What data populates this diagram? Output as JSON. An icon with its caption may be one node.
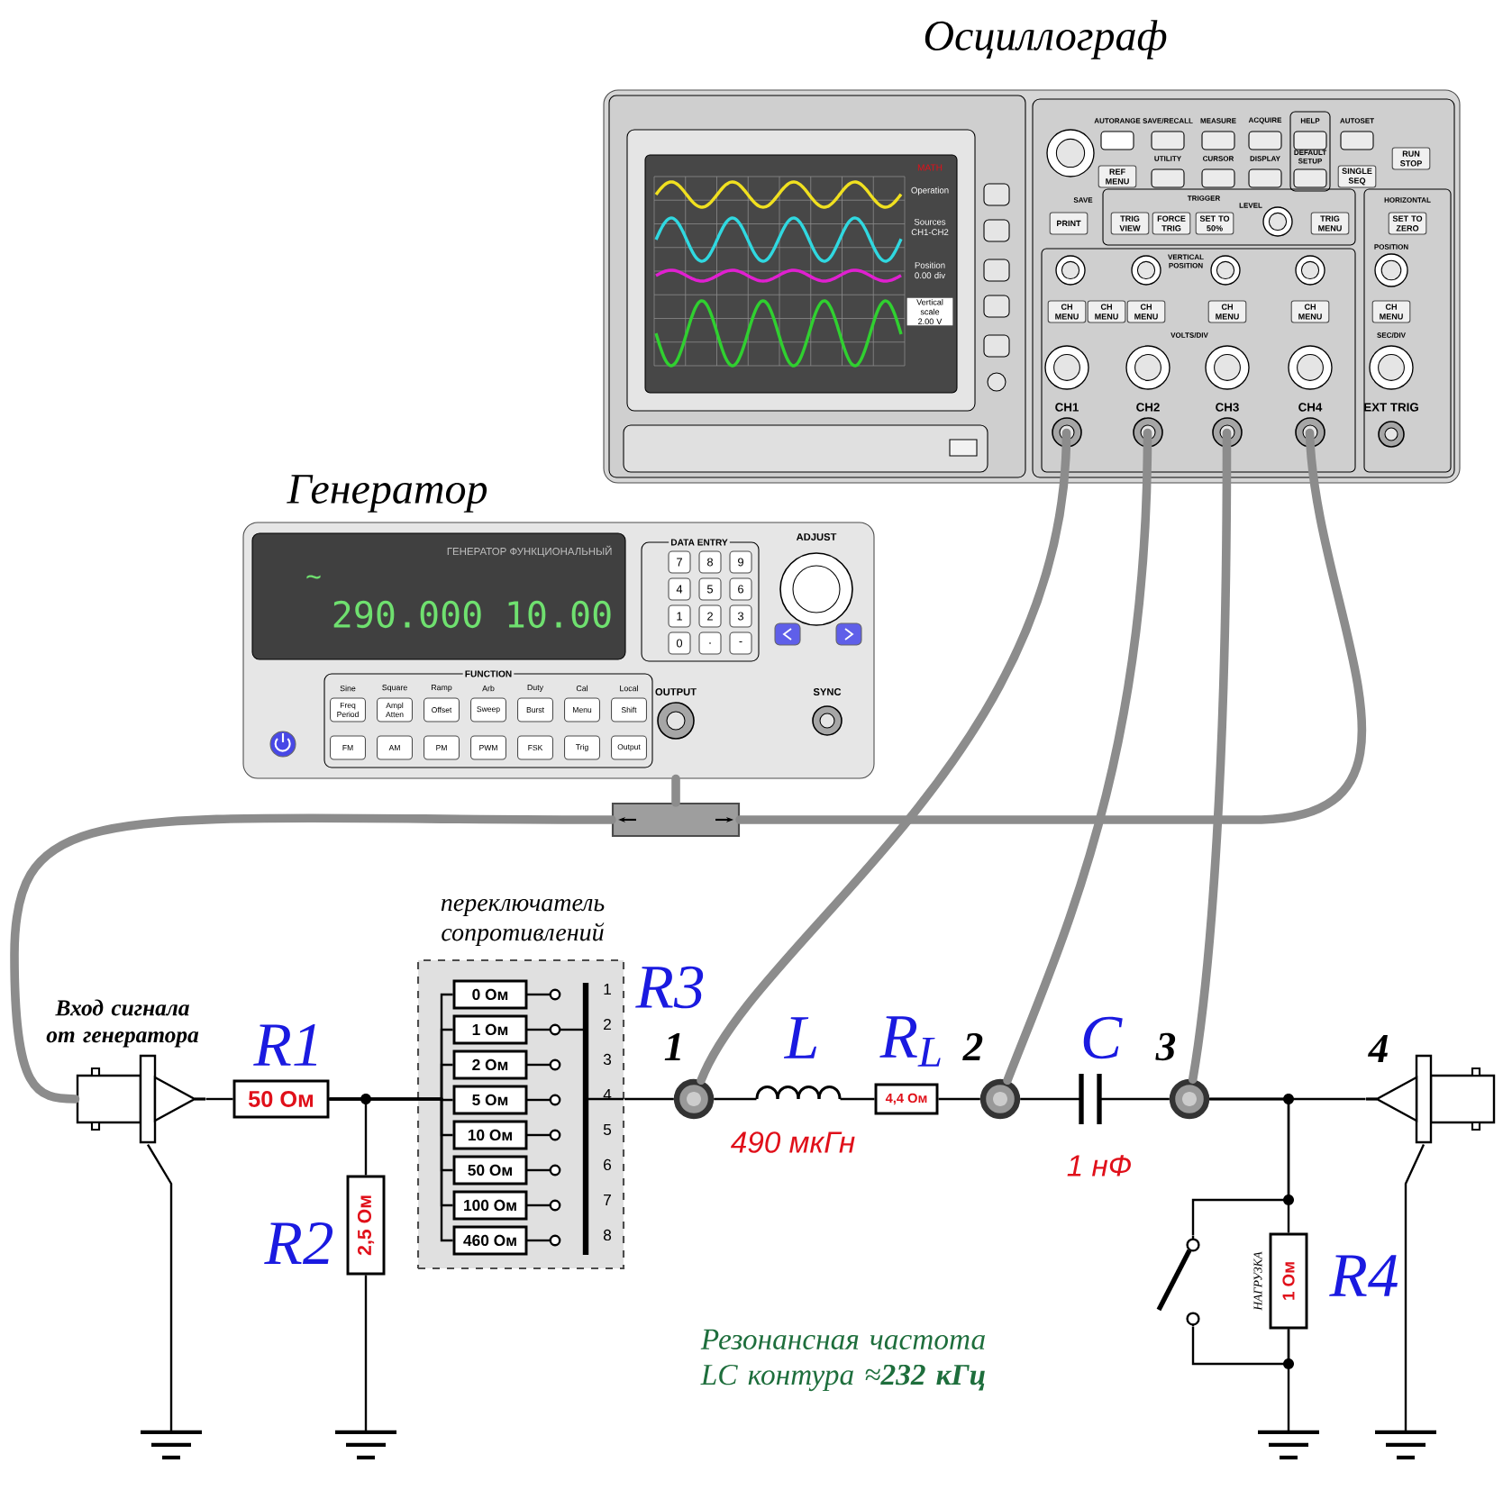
{
  "diagram": {
    "nodes": [
      {
        "text": [
          "Осциллограф"
        ]
      },
      {
        "text": [
          "Генератор"
        ]
      },
      {
        "text": [],
        "shape": "box"
      },
      {
        "text": [],
        "shape": "connector",
        "beside": [
          "Вход сигнала от генератора"
        ]
      },
      {
        "text": [
          "50 Ом"
        ],
        "beside": [
          "R1"
        ]
      },
      {
        "text": [
          "2,5 Ом"
        ],
        "beside": [
          "R2"
        ]
      },
      {
        "text": [
          "переключатель сопротивлений"
        ],
        "beside": [
          "R3"
        ]
      },
      {
        "text": [
          "0 Ом"
        ],
        "in": 6
      },
      {
        "text": [
          "1 Ом"
        ],
        "in": 6
      },
      {
        "text": [
          "2 Ом"
        ],
        "in": 6
      },
      {
        "text": [
          "5 Ом"
        ],
        "in": 6
      },
      {
        "text": [
          "10 Ом"
        ],
        "in": 6
      },
      {
        "text": [
          "50 Ом"
        ],
        "in": 6
      },
      {
        "text": [
          "100 Ом"
        ],
        "in": 6
      },
      {
        "text": [
          "460 Ом"
        ],
        "in": 6
      },
      {
        "text": [],
        "shape": "circle",
        "beside": [
          "1"
        ]
      },
      {
        "text": [],
        "shape": "coil",
        "beside": [
          "L",
          "490 мкГн"
        ]
      },
      {
        "text": [
          "4,4 Ом"
        ],
        "beside": [
          "R$_{L}$"
        ]
      },
      {
        "text": [],
        "shape": "circle",
        "beside": [
          "2"
        ]
      },
      {
        "text": [],
        "shape": "capacitor",
        "beside": [
          "C",
          "1 нФ"
        ]
      },
      {
        "text": [],
        "shape": "circle",
        "beside": [
          "3"
        ]
      },
      {
        "text": [],
        "shape": "connector",
        "beside": [
          "4"
        ]
      },
      {
        "text": [
          "1 Ом"
        ],
        "beside": [
          "НАГРУЗКА",
          "R4"
        ]
      },
      {
        "text": [],
        "shape": "switch"
      },
      {
        "text": [],
        "shape": "ground"
      },
      {
        "text": [],
        "shape": "ground"
      },
      {
        "text": [],
        "shape": "ground"
      },
      {
        "text": [],
        "shape": "ground"
      }
    ],
    "edges": [
      {
        "from": 1,
        "to": 2,
        "arrow": "none",
        "style": "thick",
        "color": "#8c8c8c"
      },
      {
        "from": 2,
        "to": 3,
        "arrow": "none",
        "style": "thick",
        "color": "#8c8c8c"
      },
      {
        "from": 0,
        "to": 2,
        "arrow": "none",
        "style": "thick",
        "color": "#8c8c8c"
      },
      {
        "from": 0,
        "to": 15,
        "arrow": "none",
        "style": "thick",
        "color": "#8c8c8c"
      },
      {
        "from": 0,
        "to": 18,
        "arrow": "none",
        "style": "thick",
        "color": "#8c8c8c"
      },
      {
        "from": 0,
        "to": 20,
        "arrow": "none",
        "style": "thick",
        "color": "#8c8c8c"
      },
      {
        "from": 3,
        "to": 4,
        "arrow": "none"
      },
      {
        "from": 4,
        "to": 7,
        "arrow": "none"
      },
      {
        "from": 4,
        "to": 8,
        "arrow": "none"
      },
      {
        "from": 4,
        "to": 9,
        "arrow": "none"
      },
      {
        "from": 4,
        "to": 10,
        "arrow": "none"
      },
      {
        "from": 4,
        "to": 11,
        "arrow": "none"
      },
      {
        "from": 4,
        "to": 12,
        "arrow": "none"
      },
      {
        "from": 4,
        "to": 13,
        "arrow": "none"
      },
      {
        "from": 4,
        "to": 14,
        "arrow": "none"
      },
      {
        "from": 4,
        "to": 5,
        "arrow": "none"
      },
      {
        "from": 6,
        "to": 15,
        "arrow": "none"
      },
      {
        "from": 15,
        "to": 16,
        "arrow": "none"
      },
      {
        "from": 16,
        "to": 17,
        "arrow": "none"
      },
      {
        "from": 17,
        "to": 18,
        "arrow": "none"
      },
      {
        "from": 18,
        "to": 19,
        "arrow": "none"
      },
      {
        "from": 19,
        "to": 20,
        "arrow": "none"
      },
      {
        "from": 20,
        "to": 21,
        "arrow": "none"
      },
      {
        "from": 20,
        "to": 22,
        "arrow": "none"
      },
      {
        "from": 20,
        "to": 23,
        "arrow": "none"
      },
      {
        "from": 23,
        "to": 22,
        "arrow": "none"
      },
      {
        "from": 3,
        "to": 24,
        "arrow": "none"
      },
      {
        "from": 5,
        "to": 25,
        "arrow": "none"
      },
      {
        "from": 22,
        "to": 26,
        "arrow": "none"
      },
      {
        "from": 21,
        "to": 27,
        "arrow": "none"
      }
    ],
    "labels": [
      "MATH",
      "Operation",
      "Sources CH1-CH2",
      "Position 0.00 div",
      "Vertical scale 2.00 V",
      "AUTORANGE",
      "SAVE/RECALL",
      "MEASURE",
      "ACQUIRE",
      "HELP",
      "AUTOSET",
      "REF MENU",
      "UTILITY",
      "CURSOR",
      "DISPLAY",
      "DEFAULT SETUP",
      "SINGLE SEQ",
      "RUN STOP",
      "SAVE",
      "PRINT",
      "TRIGGER",
      "TRIG VIEW",
      "FORCE TRIG",
      "SET TO 50%",
      "LEVEL",
      "TRIG MENU",
      "HORIZONTAL",
      "SET TO ZERO",
      "POSITION",
      "VERTICAL POSITION",
      "CH MENU",
      "CH MENU",
      "CH MENU",
      "CH MENU",
      "CH MENU",
      "CH MENU",
      "VOLTS/DIV",
      "SEC/DIV",
      "CH1",
      "CH2",
      "CH3",
      "CH4",
      "EXT TRIG",
      "ГЕНЕРАТОР ФУНКЦИОНАЛЬНЫЙ",
      "~",
      "290.000",
      "10.00",
      "DATA ENTRY",
      "7",
      "8",
      "9",
      "4",
      "5",
      "6",
      "1",
      "2",
      "3",
      "0",
      ".",
      "-",
      "ADJUST",
      "FUNCTION",
      "Sine",
      "Square",
      "Ramp",
      "Arb",
      "Duty",
      "Cal",
      "Local",
      "Freq Period",
      "Ampl Atten",
      "Offset",
      "Sweep",
      "Burst",
      "Menu",
      "Shift",
      "FM",
      "AM",
      "PM",
      "PWM",
      "FSK",
      "Trig",
      "Output",
      "OUTPUT",
      "SYNC",
      "1",
      "2",
      "3",
      "4",
      "5",
      "6",
      "7",
      "8",
      "Резонансная частота LC контура ≈**232 кГц**"
    ]
  }
}
